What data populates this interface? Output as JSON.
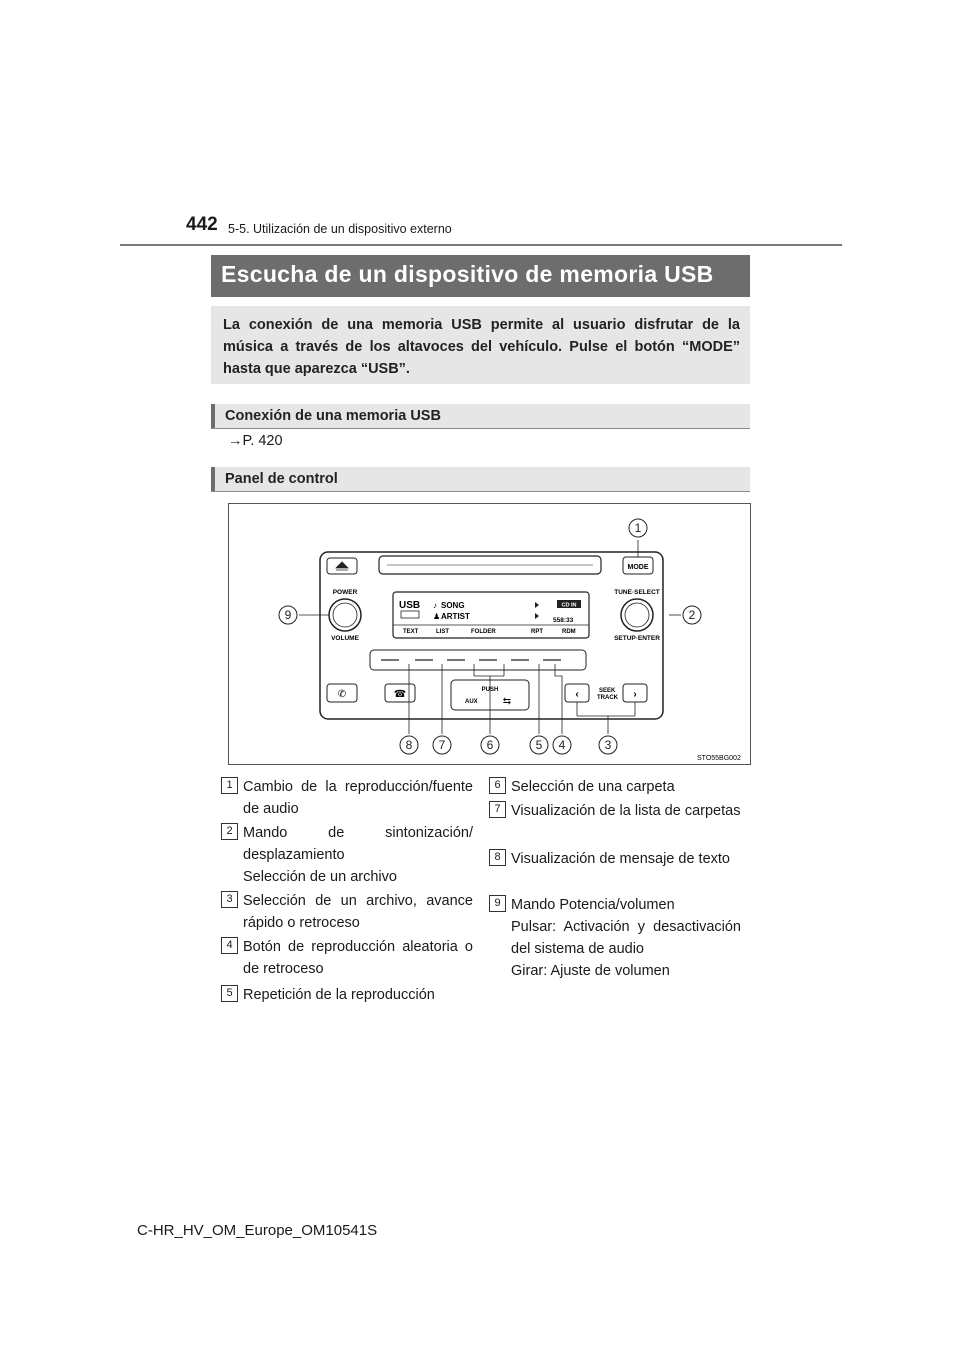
{
  "header": {
    "page_number": "442",
    "section": "5-5. Utilización de un dispositivo externo"
  },
  "title": "Escucha de un dispositivo de memoria USB",
  "intro": "La conexión de una memoria USB permite al usuario disfrutar de la música a través de los altavoces del vehículo. Pulse el botón “MODE” hasta que aparezca “USB”.",
  "subsections": [
    {
      "heading": "Conexión de una memoria USB",
      "reference": "→P. 420"
    },
    {
      "heading": "Panel de control"
    }
  ],
  "figure": {
    "code": "STO55BG002",
    "labels": {
      "mode": "MODE",
      "power": "POWER",
      "volume": "VOLUME",
      "tune_select": "TUNE·SELECT",
      "setup_enter": "SETUP·ENTER",
      "push": "PUSH",
      "aux": "AUX",
      "seek": "SEEK",
      "track": "TRACK",
      "usb": "USB",
      "song": "SONG",
      "artist": "ARTIST",
      "text": "TEXT",
      "list": "LIST",
      "folder": "FOLDER",
      "rpt": "RPT",
      "rdm": "RDM",
      "time": "558:33",
      "cd_in": "CD IN"
    },
    "callouts": [
      "1",
      "2",
      "3",
      "4",
      "5",
      "6",
      "7",
      "8",
      "9"
    ]
  },
  "legend": [
    {
      "num": "1",
      "text": "Cambio de la reproducción/fuente de audio"
    },
    {
      "num": "2",
      "text": "Mando de sintonización/ desplazamiento\nSelección de un archivo"
    },
    {
      "num": "3",
      "text": "Selección de un archivo, avance rápido o retroceso"
    },
    {
      "num": "4",
      "text": "Botón de reproducción aleatoria o de retroceso"
    },
    {
      "num": "5",
      "text": "Repetición de la reproducción"
    },
    {
      "num": "6",
      "text": "Selección de una carpeta"
    },
    {
      "num": "7",
      "text": "Visualización de la lista de carpetas"
    },
    {
      "num": "8",
      "text": "Visualización de mensaje de texto"
    },
    {
      "num": "9",
      "text": "Mando Potencia/volumen\nPulsar: Activación y desactivación del sistema de audio\nGirar: Ajuste de volumen"
    }
  ],
  "footer": "C-HR_HV_OM_Europe_OM10541S"
}
